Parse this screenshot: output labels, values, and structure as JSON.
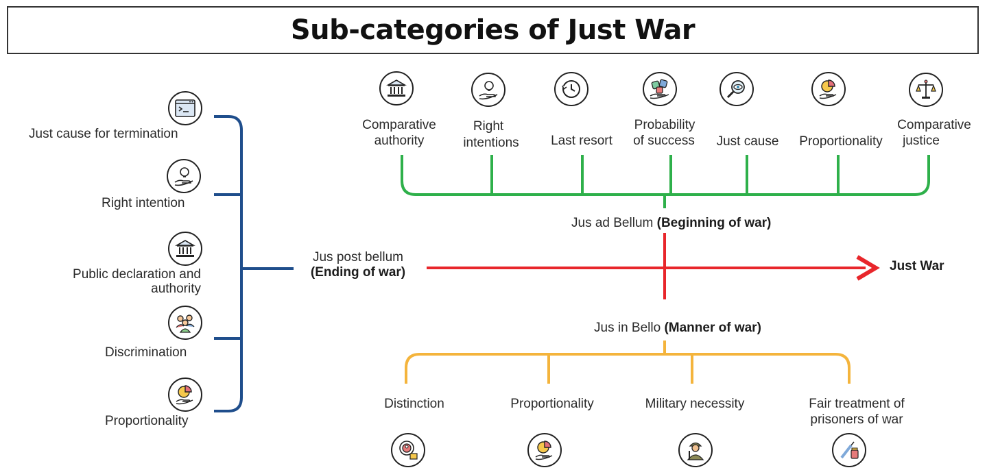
{
  "title": "Sub-categories of Just War",
  "colors": {
    "post_bellum": "#1f4e8c",
    "ad_bellum": "#2eb04a",
    "in_bello": "#f4b43c",
    "main_axis": "#e8262b"
  },
  "jus_post_bellum": {
    "label": "Jus post bellum",
    "sub": "(Ending of war)",
    "items": [
      {
        "label": "Just cause for termination",
        "icon": "code-window-icon"
      },
      {
        "label": "Right intention",
        "icon": "hand-lightbulb-icon"
      },
      {
        "label": "Public declaration and",
        "label2": "authority",
        "icon": "government-building-icon"
      },
      {
        "label": "Discrimination",
        "icon": "group-people-icon"
      },
      {
        "label": "Proportionality",
        "icon": "pie-chart-hand-icon"
      }
    ]
  },
  "jus_ad_bellum": {
    "label": "Jus ad Bellum",
    "sub": "(Beginning of war)",
    "items": [
      {
        "label": "Comparative",
        "label2": "authority",
        "icon": "government-building-icon"
      },
      {
        "label": "Right",
        "label2": "intentions",
        "icon": "hand-lightbulb-icon"
      },
      {
        "label": "Last resort",
        "icon": "clock-history-icon"
      },
      {
        "label": "Probability",
        "label2": "of success",
        "icon": "dice-hand-icon"
      },
      {
        "label": "Just cause",
        "icon": "magnifier-eye-icon"
      },
      {
        "label": "Proportionality",
        "icon": "pie-chart-hand-icon"
      },
      {
        "label": "Comparative",
        "label2": "justice",
        "icon": "scales-justice-icon"
      }
    ]
  },
  "jus_in_bello": {
    "label": "Jus in Bello",
    "sub": "(Manner of war)",
    "items": [
      {
        "label": "Distinction",
        "icon": "target-person-icon"
      },
      {
        "label": "Proportionality",
        "icon": "pie-chart-hand-icon"
      },
      {
        "label": "Military necessity",
        "icon": "soldier-icon"
      },
      {
        "label": "Fair treatment of",
        "label2": "prisoners of war",
        "icon": "medicine-icon"
      }
    ]
  },
  "result": "Just War"
}
